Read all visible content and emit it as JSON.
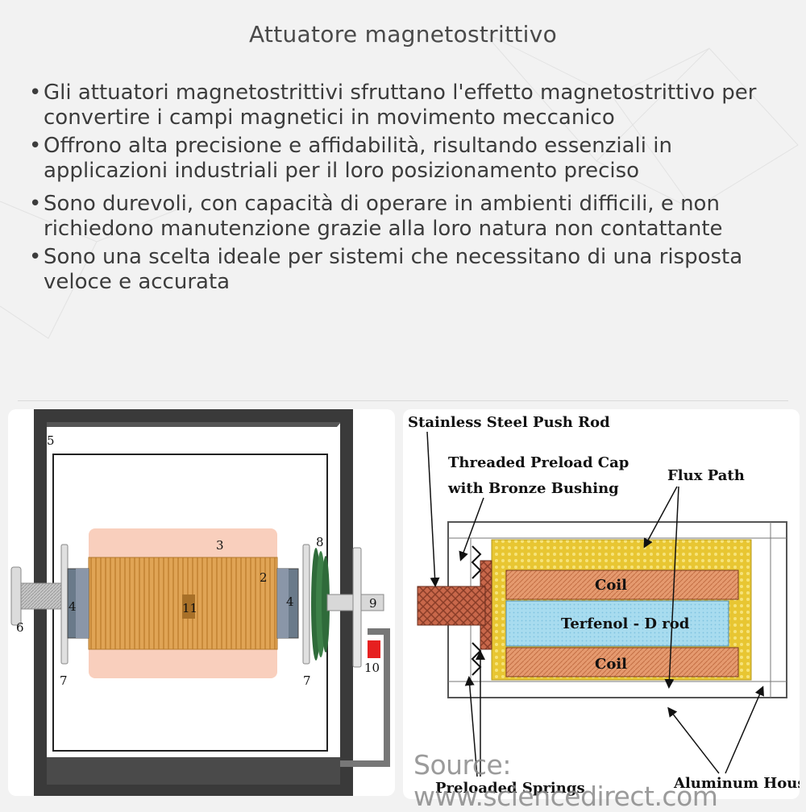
{
  "title": "Attuatore magnetostrittivo",
  "bullets": [
    "Gli attuatori magnetostrittivi sfruttano l'effetto magnetostrittivo per convertire i campi magnetici in movimento meccanico",
    "Offrono alta precisione e affidabilità, risultando essenziali in applicazioni industriali per il loro posizionamento preciso",
    "Sono durevoli, con capacità di operare in ambienti difficili, e non richiedono manutenzione grazie alla loro natura non contattante",
    "Sono una scelta ideale per sistemi che necessitano di una risposta veloce e accurata"
  ],
  "left_diagram": {
    "labels": {
      "n5": "5",
      "n3": "3",
      "n2": "2",
      "n11": "11",
      "n4a": "4",
      "n4b": "4",
      "n8": "8",
      "n9": "9",
      "n6": "6",
      "n7a": "7",
      "n7b": "7",
      "n10": "10"
    }
  },
  "right_diagram": {
    "labels": {
      "push_rod": "Stainless Steel Push Rod",
      "preload_cap_1": "Threaded Preload Cap",
      "preload_cap_2": "with Bronze Bushing",
      "flux_path": "Flux Path",
      "coil_top": "Coil",
      "rod": "Terfenol - D rod",
      "coil_bottom": "Coil",
      "springs": "Preloaded Springs",
      "housing": "Aluminum Housing"
    },
    "source": "Source: www.sciencedirect.com"
  },
  "colors": {
    "coil_fill": "#e59a6f",
    "rod_fill": "#a8dcef",
    "flux_fill": "#e8c632",
    "left_coil": "#e0a455",
    "left_halo": "#f7c3ad",
    "frame": "#3a3a3a",
    "indicator": "#e62020"
  }
}
